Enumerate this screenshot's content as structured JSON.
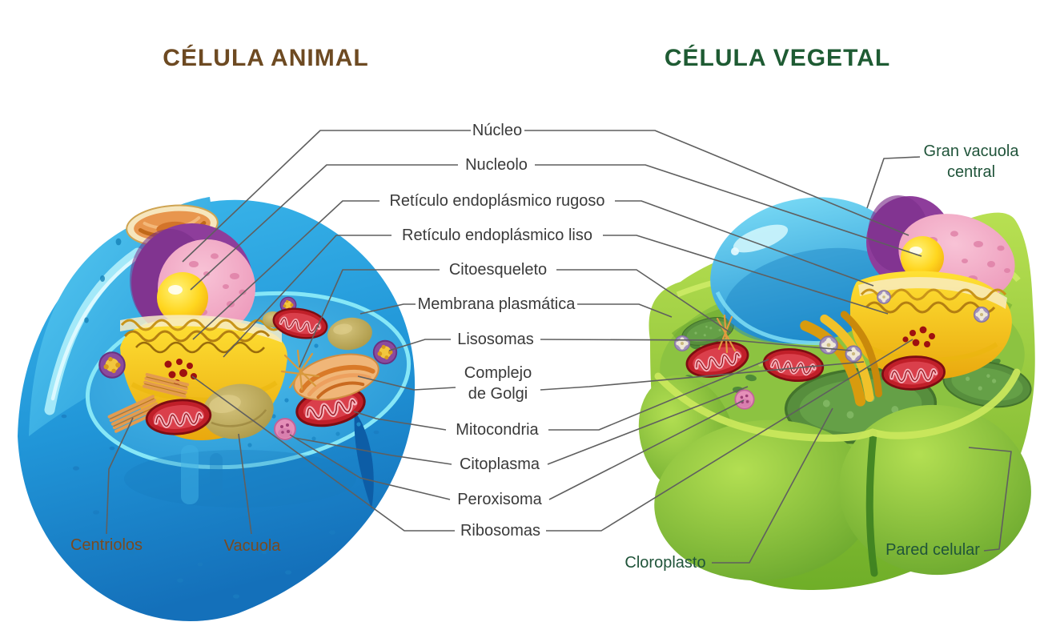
{
  "titles": {
    "animal": "CÉLULA ANIMAL",
    "vegetal": "CÉLULA VEGETAL"
  },
  "labels": {
    "nucleo": "Núcleo",
    "nucleolo": "Nucleolo",
    "reticulo_rugoso": "Retículo endoplásmico rugoso",
    "reticulo_liso": "Retículo endoplásmico liso",
    "citoesqueleto": "Citoesqueleto",
    "membrana_plasmatica": "Membrana plasmática",
    "lisosomas": "Lisosomas",
    "complejo_golgi": "Complejo de Golgi",
    "mitocondria": "Mitocondria",
    "citoplasma": "Citoplasma",
    "peroxisoma": "Peroxisoma",
    "ribosomas": "Ribosomas",
    "centriolos": "Centriolos",
    "vacuola": "Vacuola",
    "gran_vacuola_central": "Gran vacuola central",
    "cloroplasto": "Cloroplasto",
    "pared_celular": "Pared celular"
  },
  "colors": {
    "title_animal": "#6d4a22",
    "title_vegetal": "#1e5b33",
    "center_label_text": "#3a3a3a",
    "animal_label_text": "#7b4a1f",
    "vegetal_label_text": "#20543a",
    "leader_line": "#5f5f5f",
    "animal_cell_blue": "#2196d8",
    "plant_cell_green": "#8cc341",
    "nucleus_pink": "#f0a6c2",
    "nucleus_purple": "#8e3d9b",
    "nucleolus_yellow": "#ffd61f",
    "er_yellow": "#f6c813",
    "mitochondria_red": "#bf1e28",
    "golgi_orange": "#e8914a",
    "vacuole_blue": "#38b6e8",
    "chloroplast_green": "#5c9340"
  }
}
